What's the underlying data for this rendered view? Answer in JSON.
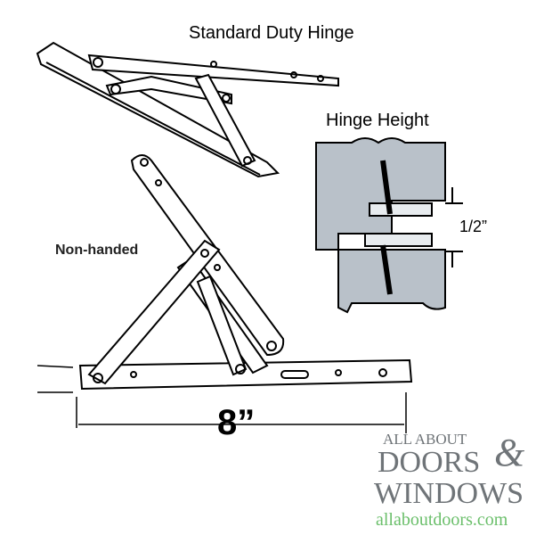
{
  "title": "Standard Duty Hinge",
  "hinge_height_label": "Hinge Height",
  "non_handed_label": "Non-handed",
  "gap_dimension": "1/2”",
  "length_dimension": "8”",
  "logo": {
    "line1": "ALL ABOUT",
    "line2": "DOORS",
    "ampersand": "&",
    "line3": "WINDOWS",
    "url": "allaboutdoors.com"
  },
  "colors": {
    "frame": "#b9c1c9",
    "logo_gray": "#6f7478",
    "logo_green": "#6bbf6b"
  }
}
